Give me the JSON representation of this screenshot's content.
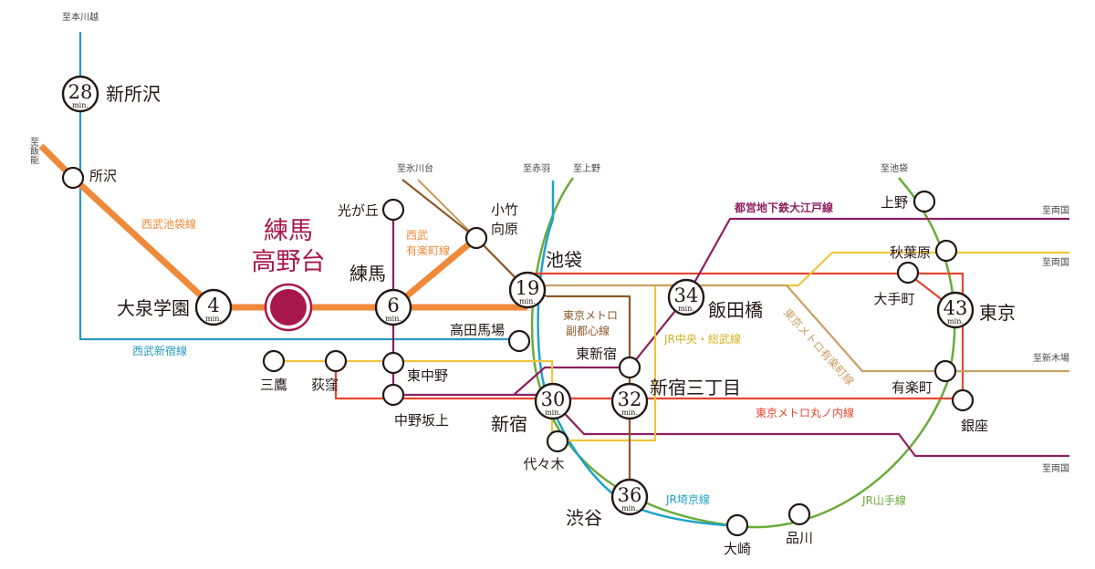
{
  "colors": {
    "seibu_ikebukuro": "#ee8a3a",
    "seibu_shinjuku": "#2a9ac4",
    "marunouchi": "#e8452f",
    "oedo": "#8d1f5f",
    "chuo": "#efc53a",
    "yurakucho": "#c9a064",
    "fukutoshin": "#8b5a2b",
    "saikyo": "#1fa2c8",
    "yamanote": "#6aab3a",
    "home": "#a8174a"
  },
  "directions": {
    "hon_kawagoe": "至本川越",
    "hanno": "至飯能",
    "hikawadai": "至氷川台",
    "akabane": "至赤羽",
    "ueno": "至上野",
    "ikebukuro": "至池袋",
    "ryogoku_1": "至両国",
    "ryogoku_2": "至両国",
    "shinkiba": "至新木場",
    "ryogoku_3": "至両国"
  },
  "line_labels": {
    "seibu_ikebukuro": "西武池袋線",
    "seibu_yurakucho_1": "西武",
    "seibu_yurakucho_2": "有楽町線",
    "seibu_shinjuku": "西武新宿線",
    "fukutoshin_1": "東京メトロ",
    "fukutoshin_2": "副都心線",
    "chuo": "JR中央・総武線",
    "oedo": "都営地下鉄大江戸線",
    "yurakucho": "東京メトロ有楽町線",
    "marunouchi": "東京メトロ丸ノ内線",
    "saikyo": "JR埼京線",
    "yamanote": "JR山手線"
  },
  "home": {
    "name_1": "練馬",
    "name_2": "高野台"
  },
  "min_unit": "min.",
  "timed_stations": {
    "shin_tokorozawa": {
      "name": "新所沢",
      "minutes": "28"
    },
    "oizumi_gakuen": {
      "name": "大泉学園",
      "minutes": "4"
    },
    "nerima": {
      "name": "練馬",
      "minutes": "6"
    },
    "ikebukuro": {
      "name": "池袋",
      "minutes": "19"
    },
    "shinjuku": {
      "name": "新宿",
      "minutes": "30"
    },
    "shinjuku_sanchome": {
      "name": "新宿三丁目",
      "minutes": "32"
    },
    "iidabashi": {
      "name": "飯田橋",
      "minutes": "34"
    },
    "shibuya": {
      "name": "渋谷",
      "minutes": "36"
    },
    "tokyo": {
      "name": "東京",
      "minutes": "43"
    }
  },
  "stations": {
    "tokorozawa": "所沢",
    "hikarigaoka": "光が丘",
    "kotake_1": "小竹",
    "kotake_2": "向原",
    "takadanobaba": "高田馬場",
    "mitaka": "三鷹",
    "ogikubo": "荻窪",
    "higashi_nakano": "東中野",
    "nakano_sakaue": "中野坂上",
    "higashi_shinjuku": "東新宿",
    "yoyogi": "代々木",
    "osaki": "大崎",
    "shinagawa": "品川",
    "ueno": "上野",
    "akihabara": "秋葉原",
    "otemachi": "大手町",
    "yurakucho": "有楽町",
    "ginza": "銀座"
  }
}
